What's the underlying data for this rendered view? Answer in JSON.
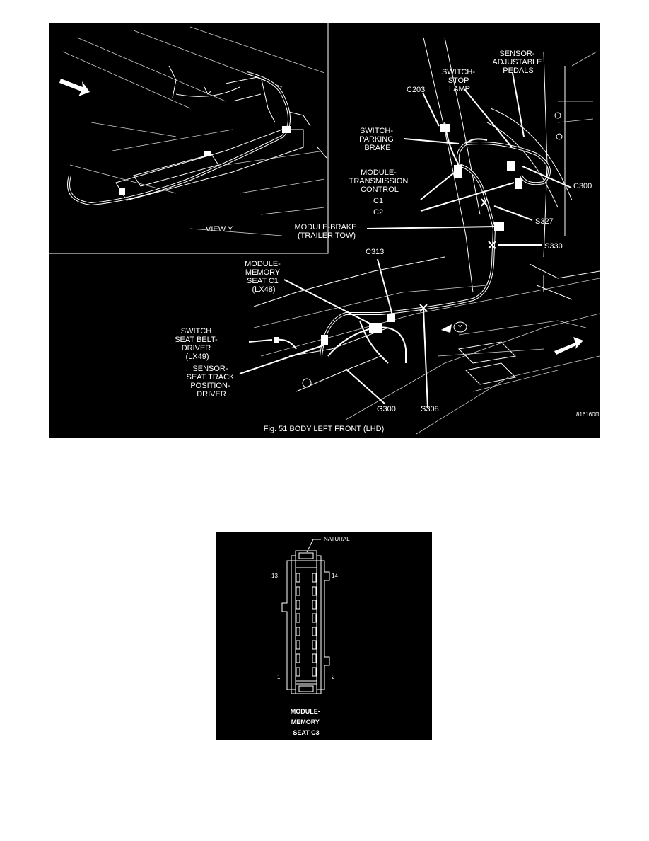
{
  "figure_top": {
    "caption": "Fig. 51   BODY LEFT FRONT (LHD)",
    "code": "816160f1",
    "view_label": "VIEW Y",
    "view_marker": "Y",
    "fwd_arrow": "FWD",
    "labels": {
      "sensor_adjustable_pedals": [
        "SENSOR-",
        "ADJUSTABLE",
        "PEDALS"
      ],
      "switch_stop_lamp": [
        "SWITCH-",
        "STOP",
        "LAMP"
      ],
      "c203": "C203",
      "switch_parking_brake": [
        "SWITCH-",
        "PARKING",
        "BRAKE"
      ],
      "module_transmission_control": [
        "MODULE-",
        "TRANSMISSION",
        "CONTROL"
      ],
      "c1": "C1",
      "c2": "C2",
      "c300": "C300",
      "s327": "S327",
      "module_brake": [
        "MODULE-BRAKE",
        "(TRAILER TOW)"
      ],
      "s330": "S330",
      "c313": "C313",
      "module_memory_seat": [
        "MODULE-",
        "MEMORY",
        "SEAT C1",
        "(LX48)"
      ],
      "switch_seat_belt": [
        "SWITCH",
        "SEAT BELT-",
        "DRIVER",
        "(LX49)"
      ],
      "sensor_seat_track": [
        "SENSOR-",
        "SEAT TRACK",
        "POSITION-",
        "DRIVER"
      ],
      "g300": "G300",
      "s308": "S308"
    }
  },
  "figure_bottom": {
    "natural": "NATURAL",
    "pin_13": "13",
    "pin_14": "14",
    "pin_1": "1",
    "pin_2": "2",
    "title": [
      "MODULE-",
      "MEMORY",
      "SEAT C3"
    ]
  }
}
